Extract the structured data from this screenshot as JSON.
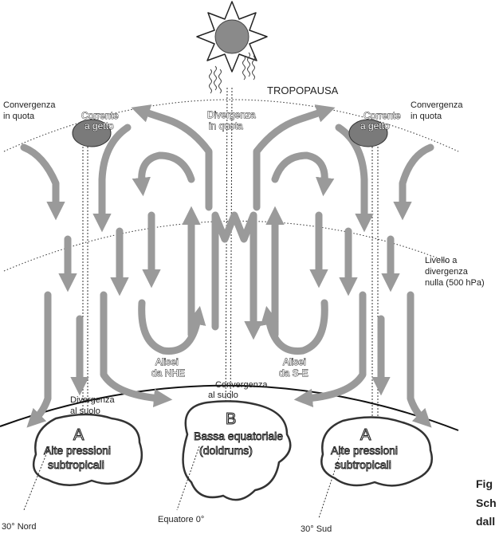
{
  "labels": {
    "tropopause": "TROPOPAUSA",
    "conv_quota_left_1": "Convergenza",
    "conv_quota_left_2": "in quota",
    "conv_quota_right_1": "Convergenza",
    "conv_quota_right_2": "in quota",
    "jet_left_1": "Corrente",
    "jet_left_2": "a getto",
    "jet_right_1": "Corrente",
    "jet_right_2": "a getto",
    "div_quota_1": "Divergenza",
    "div_quota_2": "in quota",
    "livello_1": "Livello a",
    "livello_2": "divergenza",
    "livello_3": "nulla (500 hPa)",
    "alisei_ne_1": "Alisei",
    "alisei_ne_2": "da NHE",
    "alisei_se_1": "Alisei",
    "alisei_se_2": "da S-E",
    "conv_suolo_1": "Convergenza",
    "conv_suolo_2": "al suolo",
    "div_suolo_1": "Divergenza",
    "div_suolo_2": "al suolo",
    "B_letter": "B",
    "bassa_1": "Bassa equatoriale",
    "bassa_2": "(doldrums)",
    "A_left": "A",
    "alte_left_1": "Alte pressioni",
    "alte_left_2": "subtropicali",
    "A_right": "A",
    "alte_right_1": "Alte pressioni",
    "alte_right_2": "subtropicali",
    "nord": "30° Nord",
    "equatore": "Equatore 0°",
    "sud": "30° Sud",
    "fig_1": "Fig",
    "fig_2": "Sch",
    "fig_3": "dall"
  },
  "colors": {
    "flow_arrows": "#9a9a9a",
    "sun": "#8a8a8a",
    "jet_stream": "#7a7a7a",
    "lines": "#333333"
  },
  "icons": [
    "sun-icon",
    "radiation-icon",
    "jet-stream-icon",
    "pressure-cell-icon"
  ]
}
